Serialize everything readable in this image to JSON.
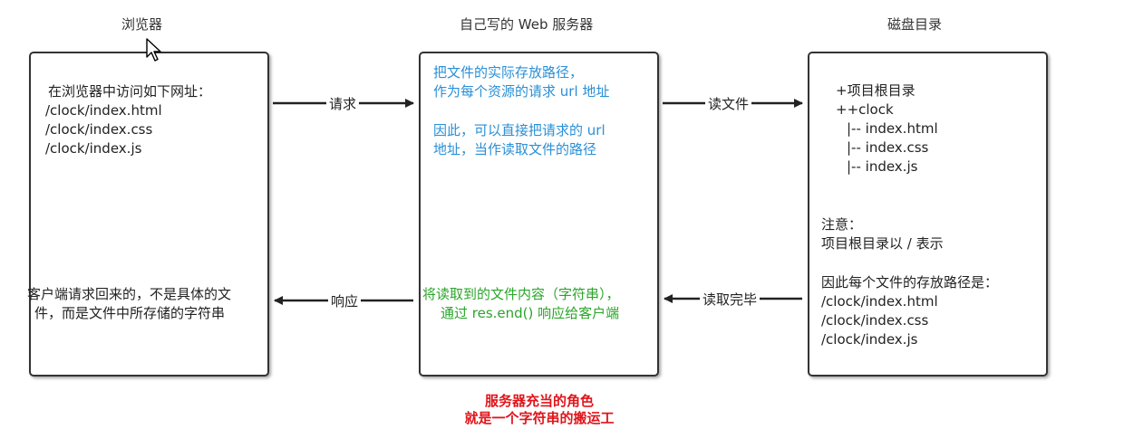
{
  "titles": {
    "browser": "浏览器",
    "server": "自己写的 Web 服务器",
    "disk": "磁盘目录"
  },
  "browser_box": {
    "top_lines": [
      "在浏览器中访问如下网址：",
      "/clock/index.html",
      "/clock/index.css",
      "/clock/index.js"
    ],
    "bottom_lines": [
      "客户端请求回来的，不是具体的文",
      "件，而是文件中所存储的字符串"
    ]
  },
  "server_box": {
    "blue_lines_1": [
      "把文件的实际存放路径，",
      "作为每个资源的请求 url 地址"
    ],
    "blue_lines_2": [
      "因此，可以直接把请求的 url",
      "地址，当作读取文件的路径"
    ],
    "green_lines": [
      "将读取到的文件内容（字符串），",
      "通过 res.end() 响应给客户端"
    ]
  },
  "disk_box": {
    "tree_lines": [
      "+项目根目录",
      "++clock",
      "|-- index.html",
      "|-- index.css",
      "|-- index.js"
    ],
    "note_lines": [
      "注意：",
      "项目根目录以 / 表示"
    ],
    "path_lines": [
      "因此每个文件的存放路径是：",
      "/clock/index.html",
      "/clock/index.css",
      "/clock/index.js"
    ]
  },
  "arrows": {
    "request": "请求",
    "read_file": "读文件",
    "response": "响应",
    "read_done": "读取完毕"
  },
  "caption": [
    "服务器充当的角色",
    "就是一个字符串的搬运工"
  ],
  "colors": {
    "blue_text": "#2a8fd6",
    "green_text": "#2aa52a",
    "red_caption": "#e0151b"
  }
}
